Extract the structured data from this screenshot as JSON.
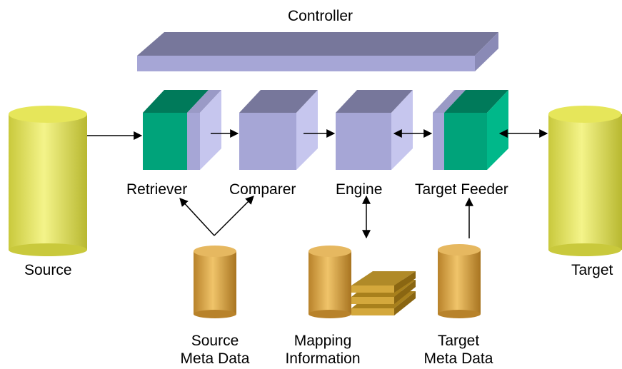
{
  "labels": {
    "controller": "Controller",
    "retriever": "Retriever",
    "comparer": "Comparer",
    "engine": "Engine",
    "target_feeder": "Target Feeder",
    "source": "Source",
    "target": "Target",
    "source_meta_line1": "Source",
    "source_meta_line2": "Meta Data",
    "mapping_line1": "Mapping",
    "mapping_line2": "Information",
    "target_meta_line1": "Target",
    "target_meta_line2": "Meta Data"
  },
  "colors": {
    "lavender_front": "#a6a6d6",
    "lavender_top": "#77779b",
    "lavender_side": "#c6c6ee",
    "green_front": "#00a37a",
    "green_top": "#007a5a",
    "yellow_db": "#e6e65a",
    "gold_db": "#d8a94a"
  }
}
